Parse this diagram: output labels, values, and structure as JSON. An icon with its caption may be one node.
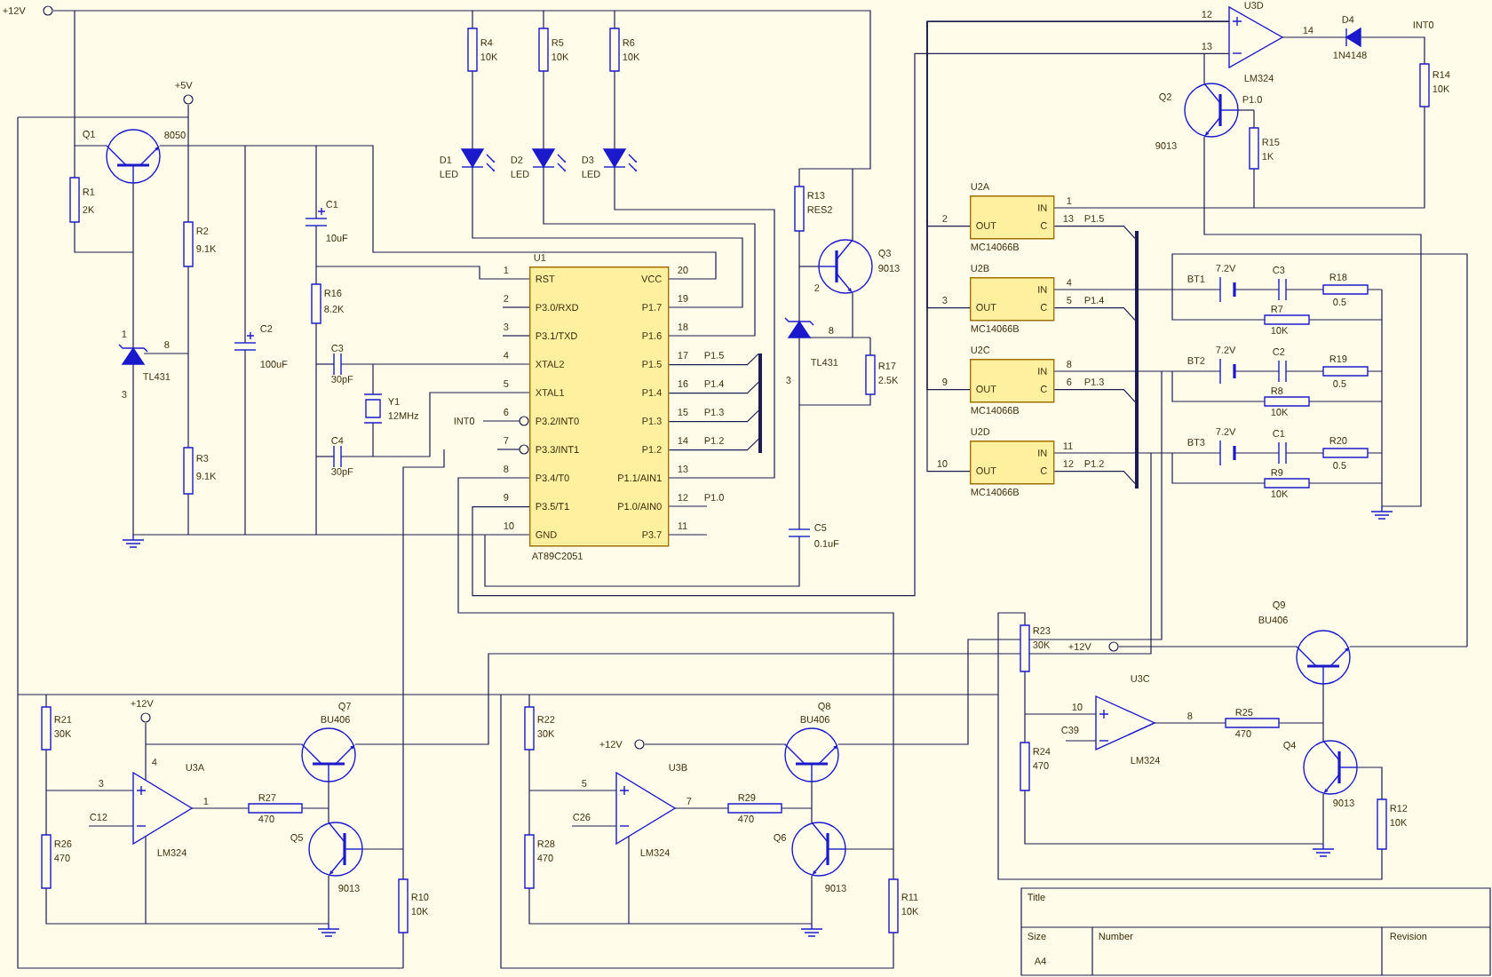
{
  "diagram": {
    "nodes": [
      {
        "text": [
          "U1",
          "RST",
          "P3.0/RXD",
          "P3.1/TXD",
          "XTAL2",
          "XTAL1",
          "P3.2/INT0",
          "P3.3/INT1",
          "P3.4/T0",
          "P3.5/T1",
          "GND",
          "VCC",
          "P1.7",
          "P1.6",
          "P1.5",
          "P1.4",
          "P1.3",
          "P1.2",
          "P1.1/AIN1",
          "P1.0/AIN0",
          "P3.7",
          "AT89C2051"
        ]
      },
      {
        "text": [
          "U2A",
          "IN",
          "OUT",
          "C",
          "MC14066B"
        ]
      },
      {
        "text": [
          "U2B",
          "IN",
          "OUT",
          "C",
          "MC14066B"
        ]
      },
      {
        "text": [
          "U2C",
          "IN",
          "OUT",
          "C",
          "MC14066B"
        ]
      },
      {
        "text": [
          "U2D",
          "IN",
          "OUT",
          "C",
          "MC14066B"
        ]
      },
      {
        "text": [],
        "shape": "triangle",
        "beside": [
          "U3D",
          "LM324"
        ]
      },
      {
        "text": [],
        "shape": "bar"
      },
      {
        "text": [],
        "shape": "bar"
      }
    ],
    "edges": [
      {
        "from": 0,
        "to": 7,
        "arrow": "none"
      },
      {
        "from": 0,
        "to": 7,
        "arrow": "none"
      },
      {
        "from": 0,
        "to": 7,
        "arrow": "none"
      },
      {
        "from": 0,
        "to": 7,
        "arrow": "none"
      },
      {
        "from": 1,
        "to": 6,
        "arrow": "none"
      },
      {
        "from": 2,
        "to": 6,
        "arrow": "none"
      },
      {
        "from": 3,
        "to": 6,
        "arrow": "none"
      },
      {
        "from": 4,
        "to": 6,
        "arrow": "none"
      },
      {
        "from": 1,
        "to": 5,
        "arrow": "none"
      },
      {
        "from": 2,
        "to": 5,
        "arrow": "none"
      },
      {
        "from": 3,
        "to": 5,
        "arrow": "none"
      },
      {
        "from": 4,
        "to": 5,
        "arrow": "none"
      },
      {
        "from": 0,
        "to": 5,
        "arrow": "none"
      }
    ],
    "labels": [
      "+12V",
      "+5V",
      "R4",
      "10K",
      "R5",
      "10K",
      "R6",
      "10K",
      "12",
      "D4",
      "14",
      "INT0",
      "13",
      "1N4148",
      "R14",
      "10K",
      "Q1",
      "8050",
      "Q2",
      "P1.0",
      "9013",
      "R15",
      "1K",
      "D1",
      "LED",
      "D2",
      "LED",
      "D3",
      "LED",
      "R1",
      "2K",
      "R13",
      "RES2",
      "C1",
      "10uF",
      "2",
      "1",
      "13",
      "P1.5",
      "R2",
      "9.1K",
      "Q3",
      "9013",
      "1",
      "2",
      "3",
      "4",
      "5",
      "6",
      "7",
      "8",
      "9",
      "10",
      "20",
      "19",
      "18",
      "17",
      "16",
      "15",
      "14",
      "13",
      "12",
      "11",
      "P1.5",
      "P1.4",
      "P1.3",
      "P1.2",
      "P1.0",
      "INT0",
      "C2",
      "100uF",
      "1",
      "8",
      "TL431",
      "3",
      "R16",
      "8.2K",
      "C3",
      "30pF",
      "Y1",
      "12MHz",
      "C4",
      "30pF",
      "R3",
      "9.1K",
      "2",
      "8",
      "TL431",
      "3",
      "R17",
      "2.5K",
      "C5",
      "0.1uF",
      "4",
      "5",
      "P1.4",
      "3",
      "8",
      "6",
      "P1.3",
      "9",
      "11",
      "12",
      "P1.2",
      "10",
      "BT1",
      "7.2V",
      "C3",
      "R18",
      "0.5",
      "R7",
      "10K",
      "BT2",
      "7.2V",
      "C2",
      "R19",
      "0.5",
      "R8",
      "10K",
      "BT3",
      "7.2V",
      "C1",
      "R20",
      "0.5",
      "R9",
      "10K",
      "R23",
      "30K",
      "Q9",
      "BU406",
      "+12V",
      "U3C",
      "10",
      "Q7",
      "BU406",
      "Q8",
      "BU406",
      "+12V",
      "8",
      "R25",
      "470",
      "R21",
      "30K",
      "R22",
      "30K",
      "+12V",
      "C39",
      "Q4",
      "R24",
      "470",
      "LM324",
      "4",
      "U3A",
      "U3B",
      "3",
      "5",
      "R27",
      "R29",
      "1",
      "7",
      "C12",
      "C26",
      "470",
      "470",
      "9013",
      "R12",
      "10K",
      "Q5",
      "Q6",
      "R26",
      "470",
      "R28",
      "470",
      "LM324",
      "LM324",
      "9013",
      "9013",
      "R10",
      "10K",
      "R11",
      "10K",
      "Title",
      "Size",
      "Number",
      "Revision",
      "A4"
    ]
  }
}
